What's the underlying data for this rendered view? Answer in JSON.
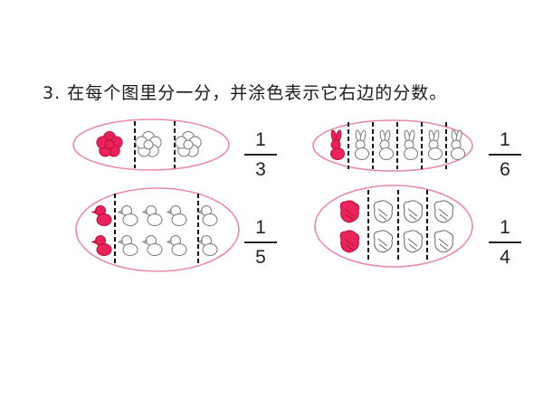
{
  "question": {
    "number": "3.",
    "text": "在每个图里分一分，并涂色表示它右边的分数。"
  },
  "colors": {
    "oval_stroke": "#e98aa6",
    "shade_fill": "#e8245a",
    "outline": "#777777",
    "divider": "#111111"
  },
  "figures": [
    {
      "id": "flowers",
      "icon": "flower-icon",
      "count": 3,
      "shaded": 1,
      "fraction": {
        "numerator": "1",
        "denominator": "3"
      }
    },
    {
      "id": "rabbits",
      "icon": "rabbit-icon",
      "count": 6,
      "shaded": 1,
      "fraction": {
        "numerator": "1",
        "denominator": "6"
      }
    },
    {
      "id": "chicks",
      "icon": "chick-icon",
      "count": 10,
      "shaded": 2,
      "fraction": {
        "numerator": "1",
        "denominator": "5"
      }
    },
    {
      "id": "radishes",
      "icon": "radish-icon",
      "count": 8,
      "shaded": 2,
      "fraction": {
        "numerator": "1",
        "denominator": "4"
      }
    }
  ]
}
